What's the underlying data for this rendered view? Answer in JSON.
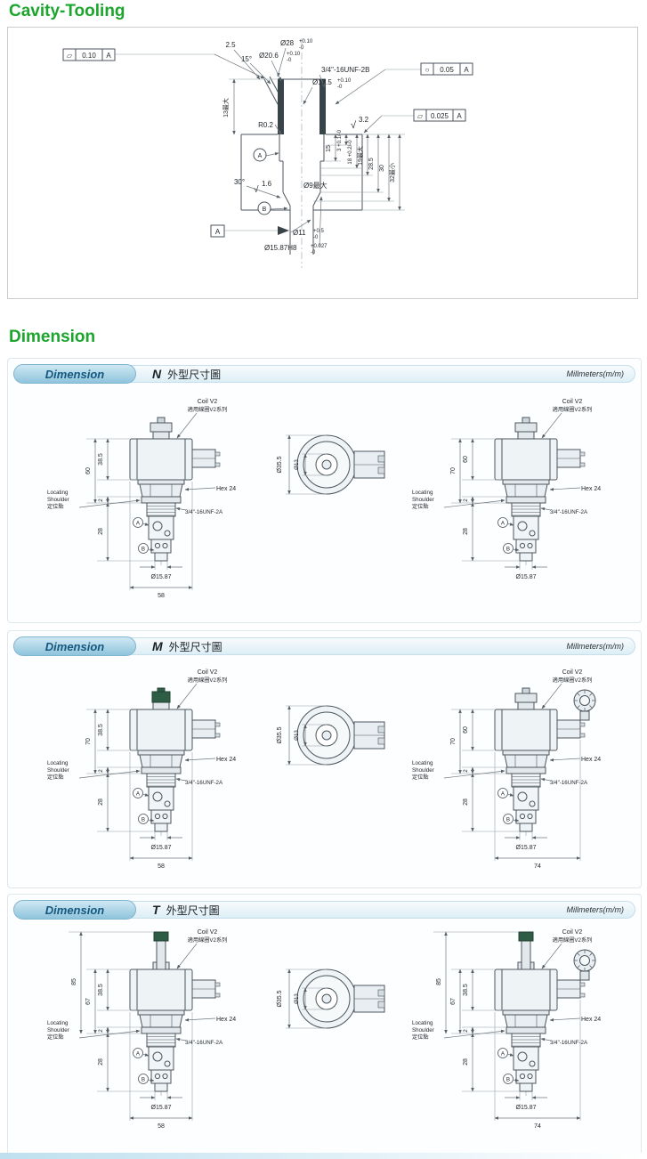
{
  "headings": {
    "cavity": "Cavity-Tooling",
    "dimension": "Dimension"
  },
  "colors": {
    "heading_green": "#1ca52c",
    "tab_blue": "#14587e",
    "line_gray": "#4c565e"
  },
  "cavity": {
    "fcf1": {
      "sym": "▱",
      "val": "0.10",
      "datum": "A"
    },
    "fcf2": {
      "sym": "○",
      "val": "0.05",
      "datum": "A"
    },
    "fcf3": {
      "sym": "▱",
      "val": "0.025",
      "datum": "A"
    },
    "d25": "2.5",
    "a15": "15°",
    "d28": "Ø28",
    "d28tp": "+0.10",
    "d28tb": "-0",
    "d206": "Ø20.6",
    "d206tp": "+0.10",
    "d206tb": "-0",
    "thread": "3/4\"-16UNF-2B",
    "d175": "Ø17.5",
    "d175tp": "+0.10",
    "d175tb": "-0",
    "r02": "R0.2",
    "sf32": "3.2",
    "sf16": "1.6",
    "check": "√",
    "v13": "13最大",
    "v15": "15",
    "d3": "3 +0.1/-0",
    "d18": "18 +0.2/-0",
    "v19": "19最大",
    "v285": "28.5",
    "v30": "30",
    "v32": "32最小",
    "a30": "30°",
    "d9": "Ø9最大",
    "d11": "Ø11",
    "d11tp": "+0.5",
    "d11tb": "-0",
    "d1587": "Ø15.87H8",
    "d1587tp": "+0.027",
    "d1587tb": "-0",
    "cA": "A",
    "cB": "B",
    "datumA": "A"
  },
  "panels": [
    {
      "header": {
        "tab": "Dimension",
        "code": "N",
        "title": "外型尺寸圖",
        "units": "Millmeters(m/m)"
      },
      "left": {
        "coil1": "Coil V2",
        "coil2": "適用線圈V2系列",
        "h1": "60",
        "h2": "38.5",
        "loc1": "Locating",
        "loc2": "Shoulder",
        "loc3": "定位點",
        "hex": "Hex 24",
        "thread": "3/4\"-16UNF-2A",
        "t2": "2",
        "t28": "28",
        "cA": "A",
        "cB": "B",
        "dia": "Ø15.87",
        "w": "58"
      },
      "mid": {
        "od": "Ø35.5",
        "id": "Ø13"
      },
      "right": {
        "coil1": "Coil V2",
        "coil2": "適用線圈V2系列",
        "h1": "70",
        "h2": "60",
        "loc1": "Locating",
        "loc2": "Shoulder",
        "loc3": "定位點",
        "hex": "Hex 24",
        "thread": "3/4\"-16UNF-2A",
        "t2": "2",
        "t28": "28",
        "cA": "A",
        "cB": "B",
        "dia": "Ø15.87"
      }
    },
    {
      "header": {
        "tab": "Dimension",
        "code": "M",
        "title": "外型尺寸圖",
        "units": "Millmeters(m/m)"
      },
      "left": {
        "coil1": "Coil V2",
        "coil2": "適用線圈V2系列",
        "h1": "70",
        "h2": "38.5",
        "loc1": "Locating",
        "loc2": "Shoulder",
        "loc3": "定位點",
        "hex": "Hex 24",
        "thread": "3/4\"-16UNF-2A",
        "t2": "2",
        "t28": "28",
        "cA": "A",
        "cB": "B",
        "dia": "Ø15.87",
        "w": "58"
      },
      "mid": {
        "od": "Ø35.5",
        "id": "Ø13"
      },
      "right": {
        "coil1": "Coil V2",
        "coil2": "適用線圈V2系列",
        "h1": "70",
        "h2": "60",
        "loc1": "Locating",
        "loc2": "Shoulder",
        "loc3": "定位點",
        "hex": "Hex 24",
        "thread": "3/4\"-16UNF-2A",
        "t2": "2",
        "t28": "28",
        "cA": "A",
        "cB": "B",
        "dia": "Ø15.87",
        "w": "74"
      }
    },
    {
      "header": {
        "tab": "Dimension",
        "code": "T",
        "title": "外型尺寸圖",
        "units": "Millmeters(m/m)"
      },
      "left": {
        "coil1": "Coil V2",
        "coil2": "適用線圈V2系列",
        "h0": "85",
        "h1": "67",
        "h2": "38.5",
        "loc1": "Locating",
        "loc2": "Shoulder",
        "loc3": "定位點",
        "hex": "Hex 24",
        "thread": "3/4\"-16UNF-2A",
        "t2": "2",
        "t28": "28",
        "cA": "A",
        "cB": "B",
        "dia": "Ø15.87",
        "w": "58"
      },
      "mid": {
        "od": "Ø35.5",
        "id": "Ø13"
      },
      "right": {
        "coil1": "Coil V2",
        "coil2": "適用線圈V2系列",
        "h0": "85",
        "h1": "67",
        "h2": "38.5",
        "loc1": "Locating",
        "loc2": "Shoulder",
        "loc3": "定位點",
        "hex": "Hex 24",
        "thread": "3/4\"-16UNF-2A",
        "t2": "2",
        "t28": "28",
        "cA": "A",
        "cB": "B",
        "dia": "Ø15.87",
        "w": "74"
      }
    }
  ]
}
